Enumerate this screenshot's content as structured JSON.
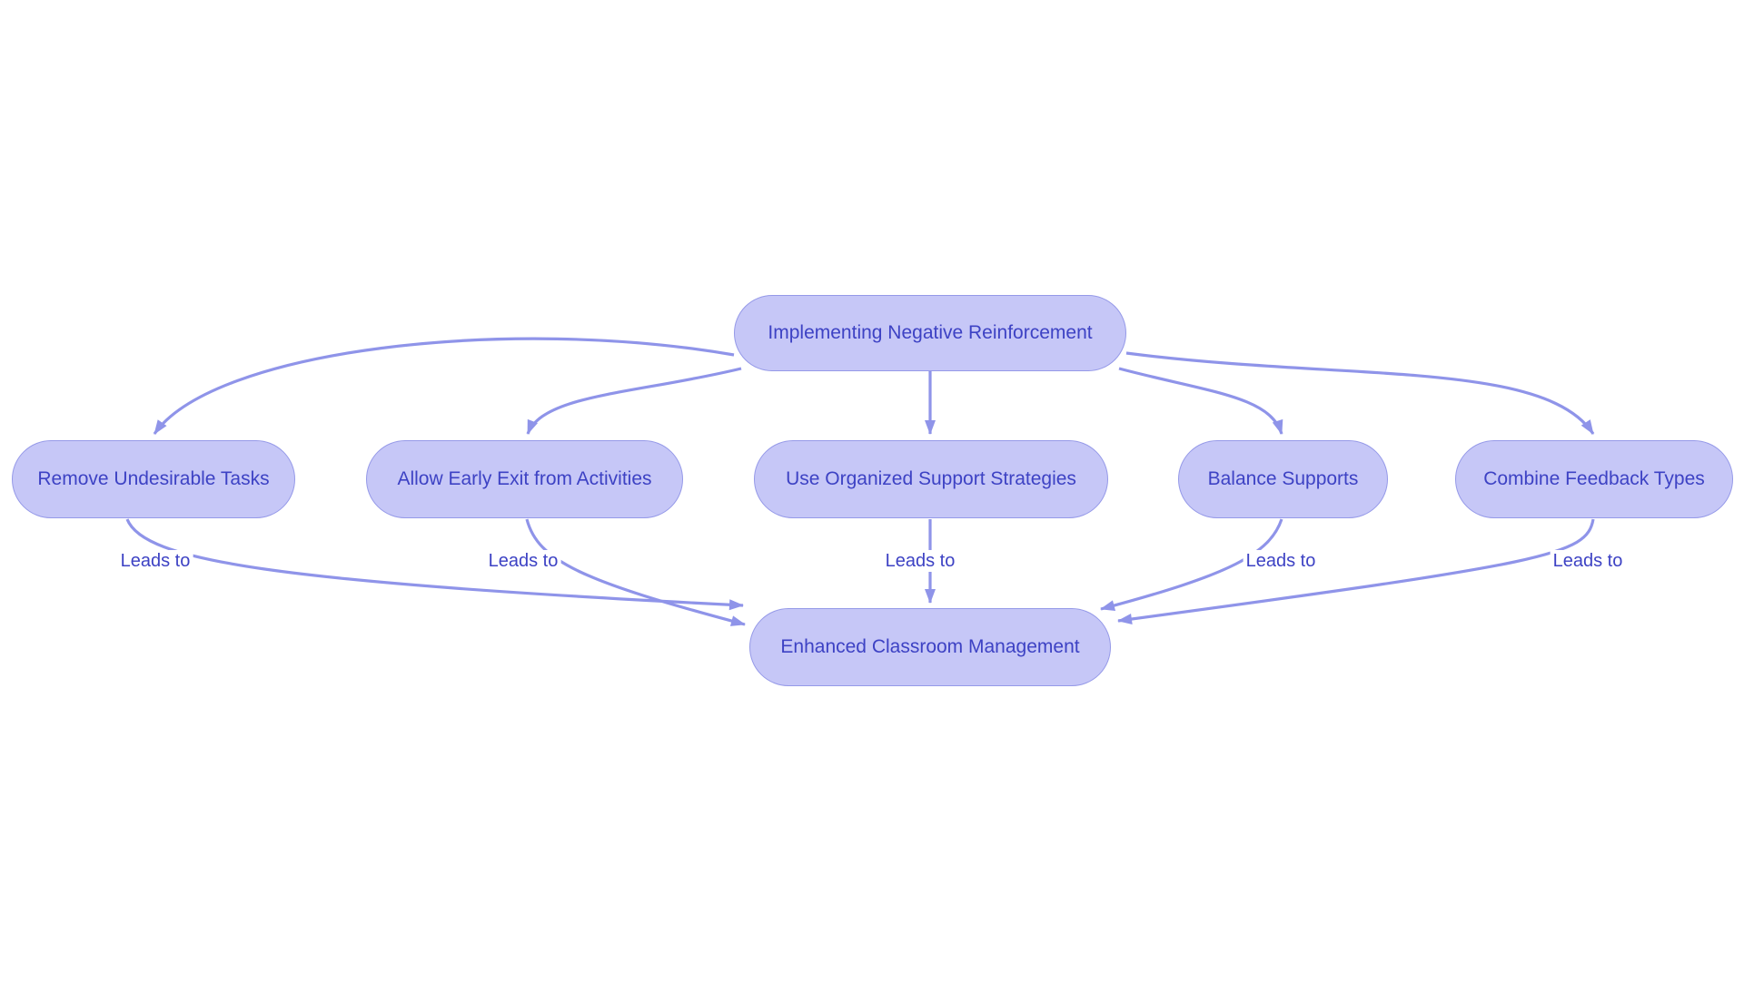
{
  "diagram": {
    "type": "flowchart",
    "direction": "top-to-bottom",
    "colors": {
      "background": "#ffffff",
      "node_fill": "#c6c7f7",
      "node_border": "#9599e8",
      "node_text": "#3d42c4",
      "label_text": "#3d42c4",
      "edge": "#8f94e9"
    },
    "nodes": [
      {
        "id": "root",
        "label": "Implementing Negative Reinforcement"
      },
      {
        "id": "m1",
        "label": "Remove Undesirable Tasks"
      },
      {
        "id": "m2",
        "label": "Allow Early Exit from Activities"
      },
      {
        "id": "m3",
        "label": "Use Organized Support Strategies"
      },
      {
        "id": "m4",
        "label": "Balance Supports"
      },
      {
        "id": "m5",
        "label": "Combine Feedback Types"
      },
      {
        "id": "sink",
        "label": "Enhanced Classroom Management"
      }
    ],
    "edges": [
      {
        "from": "root",
        "to": "m1",
        "label": ""
      },
      {
        "from": "root",
        "to": "m2",
        "label": ""
      },
      {
        "from": "root",
        "to": "m3",
        "label": ""
      },
      {
        "from": "root",
        "to": "m4",
        "label": ""
      },
      {
        "from": "root",
        "to": "m5",
        "label": ""
      },
      {
        "from": "m1",
        "to": "sink",
        "label": "Leads to"
      },
      {
        "from": "m2",
        "to": "sink",
        "label": "Leads to"
      },
      {
        "from": "m3",
        "to": "sink",
        "label": "Leads to"
      },
      {
        "from": "m4",
        "to": "sink",
        "label": "Leads to"
      },
      {
        "from": "m5",
        "to": "sink",
        "label": "Leads to"
      }
    ]
  }
}
